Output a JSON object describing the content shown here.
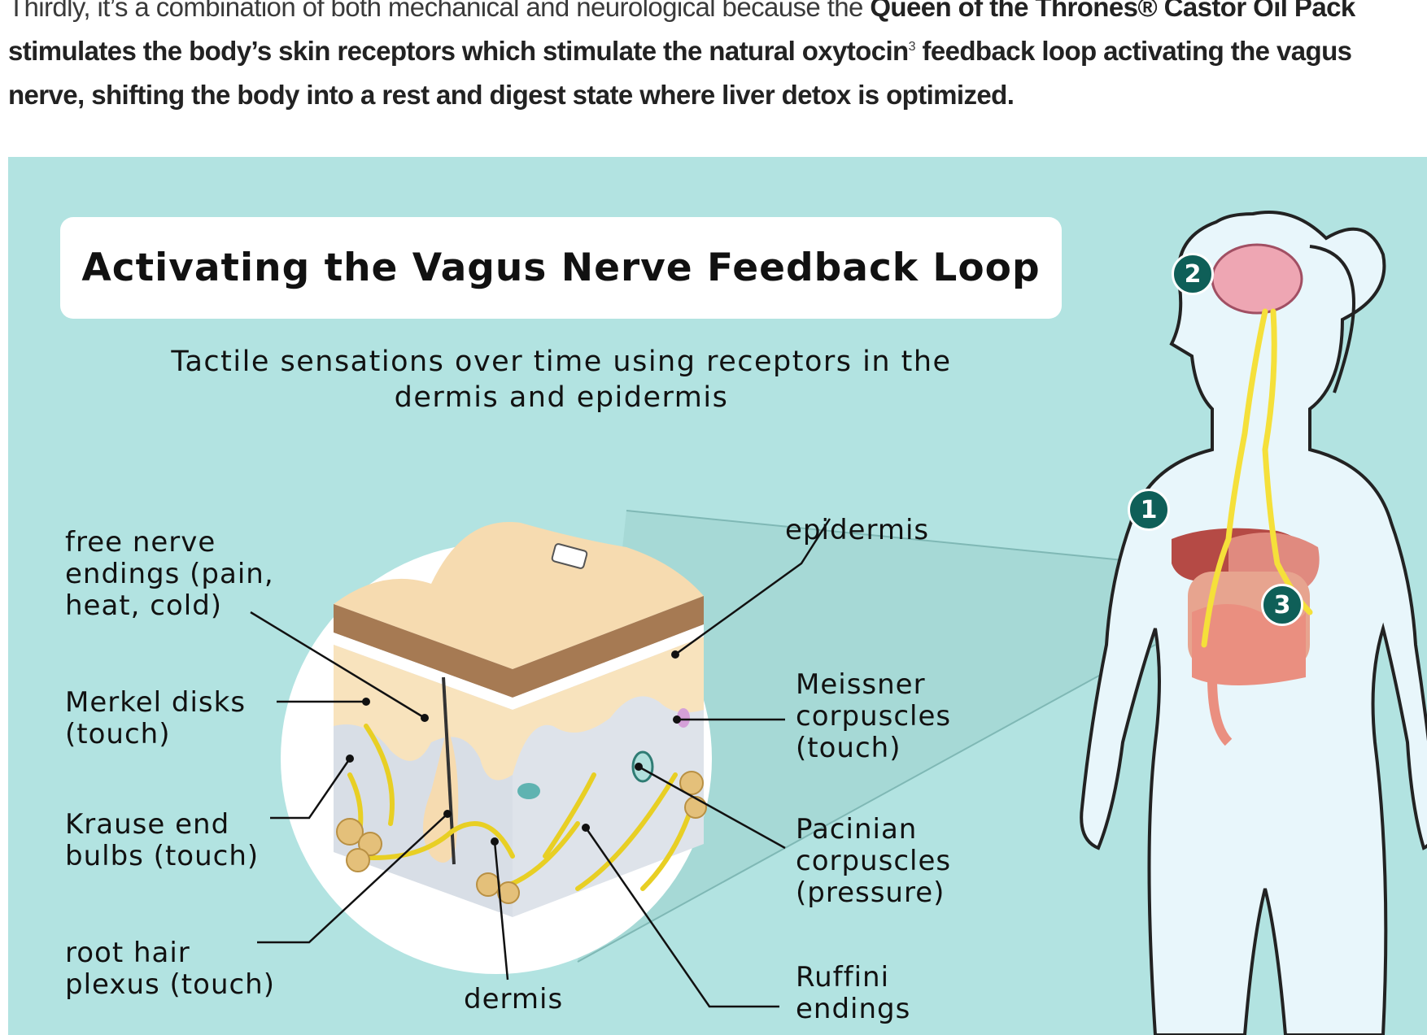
{
  "intro": {
    "text1": "Thirdly, it’s a combination of both mechanical and neurological because the ",
    "bold1": "Queen of the Thrones® Castor Oil Pack stimulates the body’s skin receptors which stimulate the natural oxytocin",
    "sup": "3",
    "bold2": " feedback loop activating the vagus nerve, shifting the body into a rest and digest state where liver detox is optimized."
  },
  "infographic": {
    "title": "Activating the Vagus Nerve Feedback Loop",
    "subtitle": "Tactile sensations over time using receptors in the dermis and epidermis",
    "labels": {
      "free_nerve": "free nerve\nendings (pain,\nheat, cold)",
      "merkel": "Merkel disks\n(touch)",
      "krause": "Krause end\nbulbs (touch)",
      "root_hair": "root hair\nplexus (touch)",
      "dermis": "dermis",
      "epidermis": "epidermis",
      "meissner": "Meissner\ncorpuscles\n(touch)",
      "pacinian": "Pacinian\ncorpuscles\n(pressure)",
      "ruffini": "Ruffini\nendings"
    },
    "badges": {
      "b1": "1",
      "b2": "2",
      "b3": "3"
    },
    "colors": {
      "background": "#b2e3e1",
      "badge": "#0f5f58",
      "nerve": "#f5e03a",
      "skin_top": "#f6dbb0"
    }
  }
}
